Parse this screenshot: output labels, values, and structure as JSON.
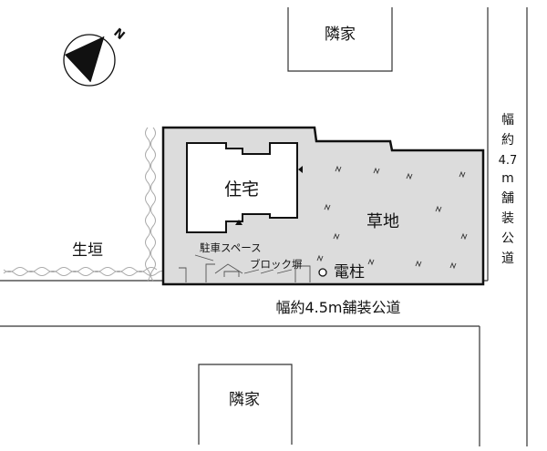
{
  "compass": {
    "north_label": "N"
  },
  "labels": {
    "neighbor_top": "隣家",
    "neighbor_bottom": "隣家",
    "house": "住宅",
    "grass": "草地",
    "hedge": "生垣",
    "parking": "駐車スペース",
    "block_wall": "ブロック塀",
    "utility_pole": "電柱",
    "road_south": "幅約4.5m舗装公道",
    "road_east_lines": [
      "幅",
      "約",
      "4.7",
      "m",
      "舗",
      "装",
      "公",
      "道"
    ]
  },
  "colors": {
    "lot_fill": "#dcdcdc",
    "line": "#111111",
    "paper": "#ffffff"
  }
}
